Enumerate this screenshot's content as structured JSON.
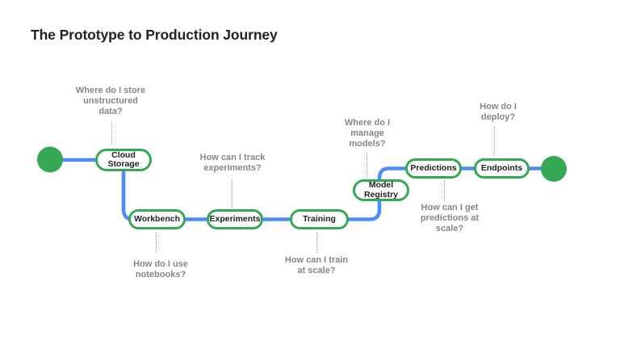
{
  "title": "The Prototype to Production Journey",
  "colors": {
    "node_border_green": "#34A853",
    "terminal_circle_green": "#34A853",
    "path_blue": "#4E8DF5",
    "question_text_gray": "#83878C",
    "node_text_dark": "#202124",
    "background": "#FFFFFF"
  },
  "nodes": [
    {
      "label": "Cloud\nStorage"
    },
    {
      "label": "Workbench"
    },
    {
      "label": "Experiments"
    },
    {
      "label": "Training"
    },
    {
      "label": "Model\nRegistry"
    },
    {
      "label": "Predictions"
    },
    {
      "label": "Endpoints"
    }
  ],
  "questions": [
    {
      "text": "Where do I store\nunstructured\ndata?"
    },
    {
      "text": "How can I track\nexperiments?"
    },
    {
      "text": "Where do I\nmanage\nmodels?"
    },
    {
      "text": "How do I\ndeploy?"
    },
    {
      "text": "How do I use\nnotebooks?"
    },
    {
      "text": "How can I train\nat scale?"
    },
    {
      "text": "How can I get\npredictions at\nscale?"
    }
  ]
}
